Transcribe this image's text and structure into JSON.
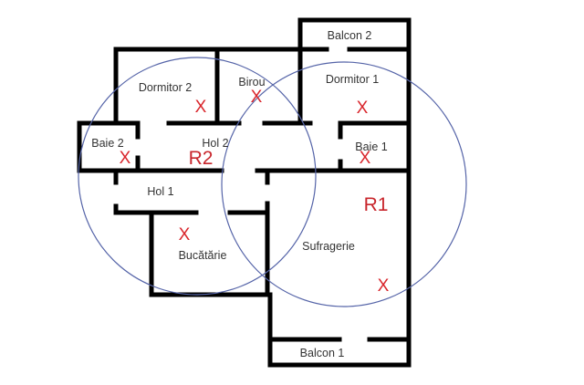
{
  "rooms": {
    "balcon2": "Balcon 2",
    "dormitor2": "Dormitor 2",
    "birou": "Birou",
    "dormitor1": "Dormitor 1",
    "baie2": "Baie 2",
    "hol2": "Hol 2",
    "baie1": "Baie 1",
    "hol1": "Hol 1",
    "bucatarie": "Bucătărie",
    "sufragerie": "Sufragerie",
    "balcon1": "Balcon 1"
  },
  "routers": {
    "r1": "R1",
    "r2": "R2"
  },
  "marker": "X",
  "colors": {
    "walls": "#000000",
    "coverage": "#5564a8",
    "markers": "#d9262c"
  }
}
